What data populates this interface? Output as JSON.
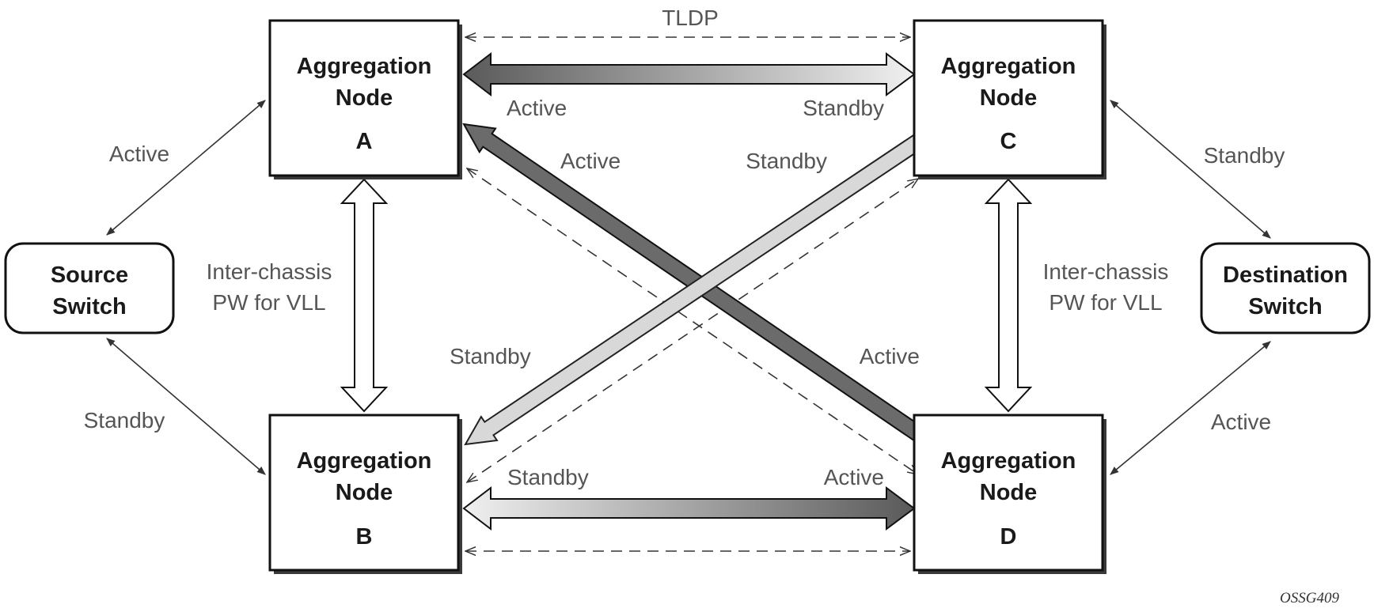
{
  "diagram": {
    "nodes": {
      "a": {
        "line1": "Aggregation",
        "line2": "Node",
        "letter": "A"
      },
      "b": {
        "line1": "Aggregation",
        "line2": "Node",
        "letter": "B"
      },
      "c": {
        "line1": "Aggregation",
        "line2": "Node",
        "letter": "C"
      },
      "d": {
        "line1": "Aggregation",
        "line2": "Node",
        "letter": "D"
      },
      "source": {
        "line1": "Source",
        "line2": "Switch"
      },
      "destination": {
        "line1": "Destination",
        "line2": "Switch"
      }
    },
    "labels": {
      "tldp": "TLDP",
      "ac_active": "Active",
      "ac_standby": "Standby",
      "ad_active_top": "Active",
      "ad_active_bottom": "Active",
      "bc_standby_top": "Standby",
      "bc_standby_bottom": "Standby",
      "bd_standby": "Standby",
      "bd_active": "Active",
      "source_a": "Active",
      "source_b": "Standby",
      "dest_c": "Standby",
      "dest_d": "Active",
      "icpw_left_line1": "Inter-chassis",
      "icpw_left_line2": "PW for VLL",
      "icpw_right_line1": "Inter-chassis",
      "icpw_right_line2": "PW for VLL"
    },
    "figure_id": "OSSG409",
    "colors": {
      "active_fill": "#6b6b6b",
      "standby_fill": "#d8d8d8",
      "outline": "#111111",
      "label": "#555555"
    }
  }
}
